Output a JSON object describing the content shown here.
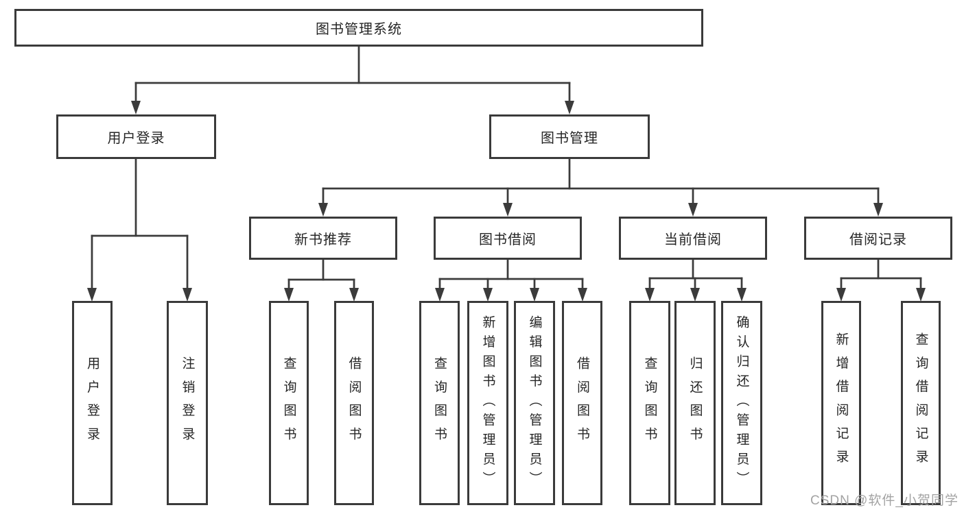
{
  "title": {
    "label": "图书管理系统"
  },
  "branches": {
    "user_login": {
      "label": "用户登录",
      "children": [
        {
          "label": "用户登录"
        },
        {
          "label": "注销登录"
        }
      ]
    },
    "book_mgmt": {
      "label": "图书管理",
      "children": [
        {
          "label": "新书推荐",
          "children": [
            {
              "label": "查询图书"
            },
            {
              "label": "借阅图书"
            }
          ]
        },
        {
          "label": "图书借阅",
          "children": [
            {
              "label": "查询图书"
            },
            {
              "label": "新增图书（管理员）"
            },
            {
              "label": "编辑图书（管理员）"
            },
            {
              "label": "借阅图书"
            }
          ]
        },
        {
          "label": "当前借阅",
          "children": [
            {
              "label": "查询图书"
            },
            {
              "label": "归还图书"
            },
            {
              "label": "确认归还（管理员）"
            }
          ]
        },
        {
          "label": "借阅记录",
          "children": [
            {
              "label": "新增借阅记录"
            },
            {
              "label": "查询借阅记录"
            }
          ]
        }
      ]
    }
  },
  "watermark": {
    "text": "CSDN @软件_小贺同学"
  },
  "colors": {
    "line": "#3b3b3b",
    "box_border": "#3a3a3a",
    "text": "#262626",
    "watermark": "#a3a3a3",
    "background": "#ffffff"
  }
}
